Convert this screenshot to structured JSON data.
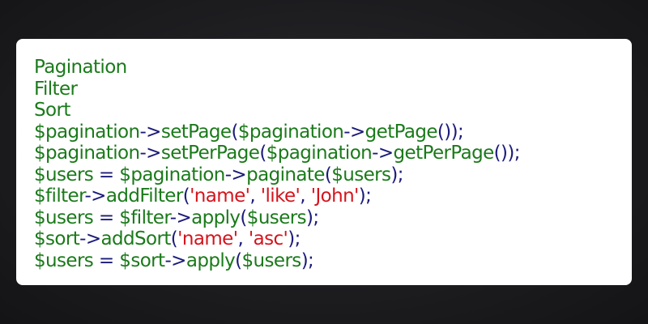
{
  "colors": {
    "identifier": "#1a7a1a",
    "punctuation": "#1b1b7a",
    "string": "#d4141c",
    "background": "#1d1d20",
    "card": "#ffffff"
  },
  "code_lines": [
    [
      {
        "t": "Pagination",
        "c": "green"
      }
    ],
    [
      {
        "t": "Filter",
        "c": "green"
      }
    ],
    [
      {
        "t": "Sort",
        "c": "green"
      }
    ],
    [
      {
        "t": "$pagination",
        "c": "green"
      },
      {
        "t": "->",
        "c": "navy"
      },
      {
        "t": "setPage",
        "c": "green"
      },
      {
        "t": "(",
        "c": "navy"
      },
      {
        "t": "$pagination",
        "c": "green"
      },
      {
        "t": "->",
        "c": "navy"
      },
      {
        "t": "getPage",
        "c": "green"
      },
      {
        "t": "());",
        "c": "navy"
      }
    ],
    [
      {
        "t": "$pagination",
        "c": "green"
      },
      {
        "t": "->",
        "c": "navy"
      },
      {
        "t": "setPerPage",
        "c": "green"
      },
      {
        "t": "(",
        "c": "navy"
      },
      {
        "t": "$pagination",
        "c": "green"
      },
      {
        "t": "->",
        "c": "navy"
      },
      {
        "t": "getPerPage",
        "c": "green"
      },
      {
        "t": "());",
        "c": "navy"
      }
    ],
    [
      {
        "t": "$users",
        "c": "green"
      },
      {
        "t": " = ",
        "c": "navy"
      },
      {
        "t": "$pagination",
        "c": "green"
      },
      {
        "t": "->",
        "c": "navy"
      },
      {
        "t": "paginate",
        "c": "green"
      },
      {
        "t": "(",
        "c": "navy"
      },
      {
        "t": "$users",
        "c": "green"
      },
      {
        "t": ");",
        "c": "navy"
      }
    ],
    [
      {
        "t": "$filter",
        "c": "green"
      },
      {
        "t": "->",
        "c": "navy"
      },
      {
        "t": "addFilter",
        "c": "green"
      },
      {
        "t": "(",
        "c": "navy"
      },
      {
        "t": "'name'",
        "c": "red"
      },
      {
        "t": ", ",
        "c": "navy"
      },
      {
        "t": "'like'",
        "c": "red"
      },
      {
        "t": ", ",
        "c": "navy"
      },
      {
        "t": "'John'",
        "c": "red"
      },
      {
        "t": ");",
        "c": "navy"
      }
    ],
    [
      {
        "t": "$users",
        "c": "green"
      },
      {
        "t": " = ",
        "c": "navy"
      },
      {
        "t": "$filter",
        "c": "green"
      },
      {
        "t": "->",
        "c": "navy"
      },
      {
        "t": "apply",
        "c": "green"
      },
      {
        "t": "(",
        "c": "navy"
      },
      {
        "t": "$users",
        "c": "green"
      },
      {
        "t": ");",
        "c": "navy"
      }
    ],
    [
      {
        "t": "$sort",
        "c": "green"
      },
      {
        "t": "->",
        "c": "navy"
      },
      {
        "t": "addSort",
        "c": "green"
      },
      {
        "t": "(",
        "c": "navy"
      },
      {
        "t": "'name'",
        "c": "red"
      },
      {
        "t": ", ",
        "c": "navy"
      },
      {
        "t": "'asc'",
        "c": "red"
      },
      {
        "t": ");",
        "c": "navy"
      }
    ],
    [
      {
        "t": "$users",
        "c": "green"
      },
      {
        "t": " = ",
        "c": "navy"
      },
      {
        "t": "$sort",
        "c": "green"
      },
      {
        "t": "->",
        "c": "navy"
      },
      {
        "t": "apply",
        "c": "green"
      },
      {
        "t": "(",
        "c": "navy"
      },
      {
        "t": "$users",
        "c": "green"
      },
      {
        "t": ");",
        "c": "navy"
      }
    ]
  ]
}
